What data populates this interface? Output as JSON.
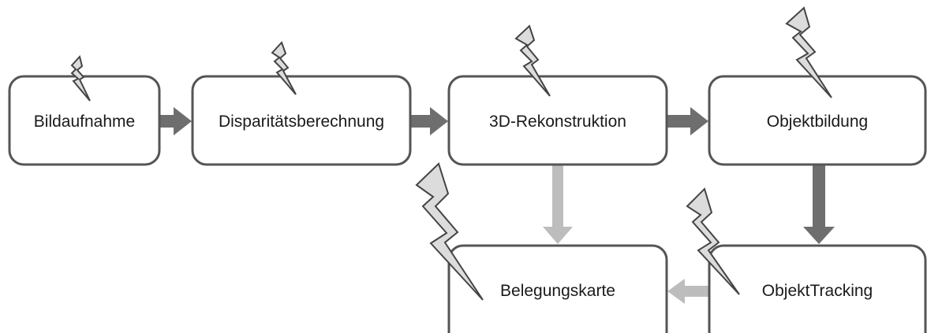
{
  "colors": {
    "box_stroke": "#555555",
    "box_fill": "#ffffff",
    "arrow_dark": "#6e6e6e",
    "arrow_light": "#bdbdbd",
    "bolt_fill": "#dcdcdc",
    "bolt_stroke": "#444444",
    "text": "#1a1a1a"
  },
  "nodes": {
    "bildaufnahme": {
      "label": "Bildaufnahme"
    },
    "disparitaet": {
      "label": "Disparitätsberechnung"
    },
    "rekonstruktion": {
      "label": "3D-Rekonstruktion"
    },
    "objektbildung": {
      "label": "Objektbildung"
    },
    "belegungskarte": {
      "label": "Belegungskarte"
    },
    "tracking": {
      "label": "ObjektTracking"
    }
  },
  "edges": [
    {
      "from": "Bildaufnahme",
      "to": "Disparitätsberechnung",
      "style": "dark"
    },
    {
      "from": "Disparitätsberechnung",
      "to": "3D-Rekonstruktion",
      "style": "dark"
    },
    {
      "from": "3D-Rekonstruktion",
      "to": "Objektbildung",
      "style": "dark"
    },
    {
      "from": "Objektbildung",
      "to": "ObjektTracking",
      "style": "dark"
    },
    {
      "from": "3D-Rekonstruktion",
      "to": "Belegungskarte",
      "style": "light"
    },
    {
      "from": "ObjektTracking",
      "to": "Belegungskarte",
      "style": "light"
    }
  ],
  "icons": [
    "lightning-bolt-icon"
  ]
}
